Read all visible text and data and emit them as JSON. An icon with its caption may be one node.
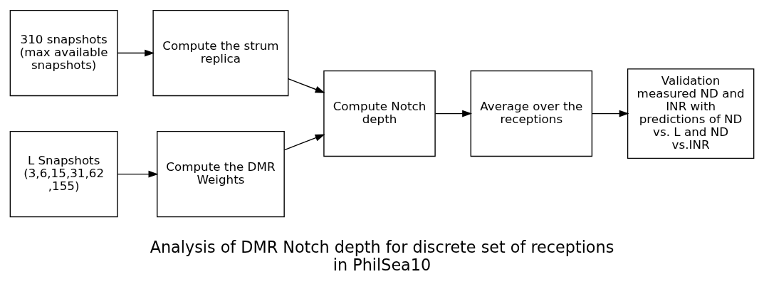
{
  "diagram": {
    "caption": "Analysis of DMR Notch depth for discrete set of receptions in PhilSea10",
    "nodes": [
      {
        "text": [
          "310 snapshots (max available snapshots)"
        ]
      },
      {
        "text": [
          "Compute the strum replica"
        ]
      },
      {
        "text": [
          "L Snapshots (3,6,15,31,62 ,155)"
        ]
      },
      {
        "text": [
          "Compute the DMR Weights"
        ]
      },
      {
        "text": [
          "Compute Notch depth"
        ]
      },
      {
        "text": [
          "Average over the receptions"
        ]
      },
      {
        "text": [
          "Validation measured ND and INR with predictions of ND vs. L and ND vs.INR"
        ]
      }
    ],
    "edges": [
      {
        "from": 0,
        "to": 1,
        "arrow": "to"
      },
      {
        "from": 1,
        "to": 4,
        "arrow": "to"
      },
      {
        "from": 2,
        "to": 3,
        "arrow": "to"
      },
      {
        "from": 3,
        "to": 4,
        "arrow": "to"
      },
      {
        "from": 4,
        "to": 5,
        "arrow": "to"
      },
      {
        "from": 5,
        "to": 6,
        "arrow": "to"
      }
    ]
  }
}
